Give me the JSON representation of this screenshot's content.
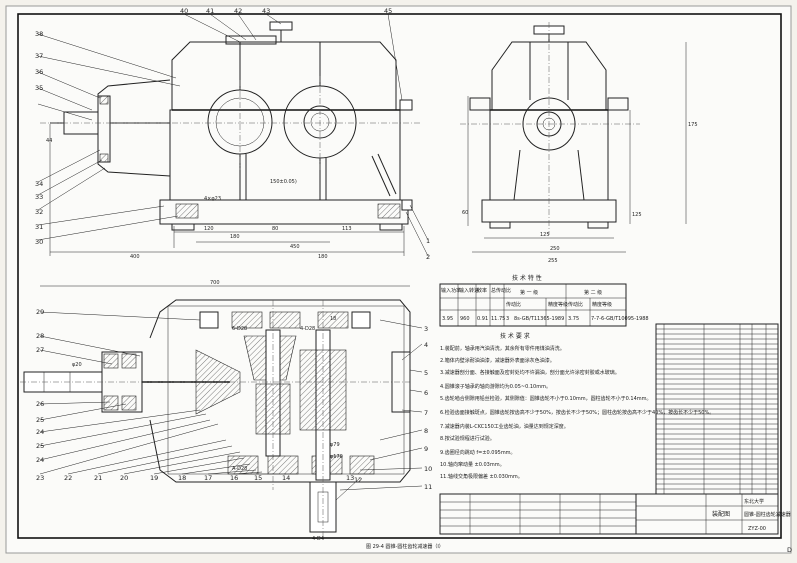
{
  "top_view_labels": [
    "40",
    "41",
    "42",
    "43",
    "45",
    "38",
    "37",
    "36",
    "35",
    "34",
    "33",
    "32",
    "31",
    "30",
    "1",
    "2"
  ],
  "top_dims": [
    "150±0.05)",
    "44",
    "4×φ23",
    "180",
    "450",
    "120",
    "80",
    "113",
    "400",
    "180"
  ],
  "side_dims": [
    "250",
    "60",
    "175",
    "125",
    "125",
    "255"
  ],
  "plan_labels_left": [
    "29",
    "28",
    "27",
    "26",
    "25",
    "24",
    "25",
    "24",
    "23",
    "22",
    "21",
    "20",
    "19",
    "18",
    "17",
    "16",
    "15",
    "14",
    "13"
  ],
  "plan_labels_right": [
    "3",
    "4",
    "5",
    "6",
    "7",
    "8",
    "9",
    "10",
    "11",
    "12"
  ],
  "plan_dims": [
    "700",
    "6-D28",
    "4-D28",
    "A-D28",
    "18",
    "φ20",
    "φ79",
    "φ170",
    "4-D4"
  ],
  "tech_char": {
    "title": "技 术 特 性",
    "header": [
      "输入功率",
      "输入转速",
      "效率",
      "总传动比",
      "第 一 级",
      "第 二 级",
      "传动比",
      "精度等级"
    ],
    "row": [
      "3.95",
      "960",
      "0.91",
      "11.75",
      "3",
      "8s-GB/T11365-1989",
      "3.75",
      "7-7-6-GB/T10095-1988"
    ]
  },
  "tech_req": {
    "title": "技 术 要 求",
    "items": [
      "1.装配前，轴承用汽油清洗，其余所有零件用煤油清洗。",
      "2.箱体内壁涂耐油油漆，减速器外表面涂灰色油漆。",
      "3.减速器剖分面、各接触面及密封处均不许漏油，剖分面允许涂密封胶或水玻璃。",
      "4.圆锥滚子轴承的轴向游隙均为0.05~0.10mm。",
      "5.齿轮啮合侧隙用铅丝检验，其侧隙值：圆锥齿轮不小于0.10mm，圆柱齿轮不小于0.14mm。",
      "6.检验齿面接触斑点，圆锥齿轮按齿高不少于50%，按齿长不少于50%；圆柱齿轮按齿高不少于40%，按齿长不少于50%。",
      "7.减速器内装L-CKC150工业齿轮油，油量达到规定深度。",
      "8.按试验规程进行试验。",
      "9.齿圈径向跳动 f=±0.095mm。",
      "10.轴向窜动量 ±0.03mm。",
      "11.轴线交角极限偏差 ±0.030mm。"
    ]
  },
  "title_block": {
    "drawing_name": "圆锥-圆柱齿轮减速器",
    "school": "东北大学",
    "type": "装配图",
    "number": "ZYZ-00"
  },
  "caption": "图 29-4  圆锥-圆柱齿轮减速器（Ⅰ）",
  "corner_mark": "D"
}
